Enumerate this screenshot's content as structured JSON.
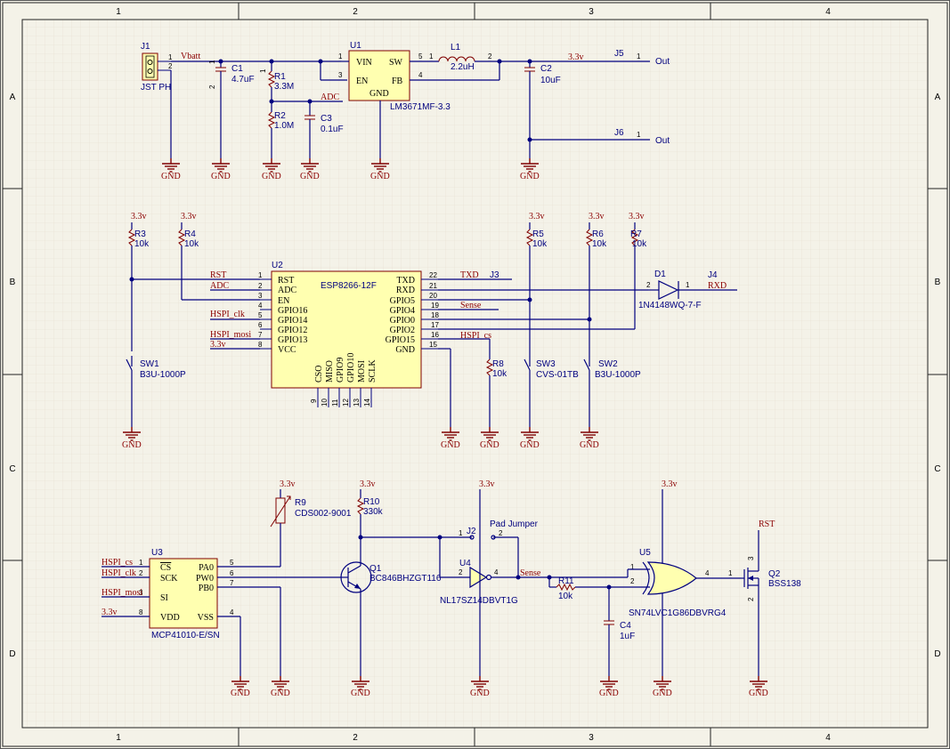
{
  "frame": {
    "columns": [
      "1",
      "2",
      "3",
      "4"
    ],
    "rows": [
      "A",
      "B",
      "C",
      "D"
    ]
  },
  "parts": {
    "j1": {
      "ref": "J1",
      "value": "JST PH"
    },
    "c1": {
      "ref": "C1",
      "value": "4.7uF"
    },
    "r1": {
      "ref": "R1",
      "value": "3.3M"
    },
    "r2": {
      "ref": "R2",
      "value": "1.0M"
    },
    "c3": {
      "ref": "C3",
      "value": "0.1uF"
    },
    "u1": {
      "ref": "U1",
      "value": "LM3671MF-3.3",
      "pins": {
        "vin": "VIN",
        "sw": "SW",
        "en": "EN",
        "fb": "FB",
        "gnd": "GND"
      }
    },
    "l1": {
      "ref": "L1",
      "value": "2.2uH"
    },
    "c2": {
      "ref": "C2",
      "value": "10uF"
    },
    "j5": {
      "ref": "J5",
      "label": "Out"
    },
    "j6": {
      "ref": "J6",
      "label": "Out"
    },
    "r3": {
      "ref": "R3",
      "value": "10k"
    },
    "r4": {
      "ref": "R4",
      "value": "10k"
    },
    "r5": {
      "ref": "R5",
      "value": "10k"
    },
    "r6": {
      "ref": "R6",
      "value": "10k"
    },
    "r7": {
      "ref": "R7",
      "value": "10k"
    },
    "r8": {
      "ref": "R8",
      "value": "10k"
    },
    "u2": {
      "ref": "U2",
      "value": "ESP8266-12F",
      "left_pins": [
        "RST",
        "ADC",
        "EN",
        "GPIO16",
        "GPIO14",
        "GPIO12",
        "GPIO13",
        "VCC"
      ],
      "right_pins": [
        "TXD",
        "RXD",
        "GPIO5",
        "GPIO4",
        "GPIO0",
        "GPIO2",
        "GPIO15",
        "GND"
      ],
      "bottom_pins": [
        "CSO",
        "MISO",
        "GPIO9",
        "GPIO10",
        "MOSI",
        "SCLK"
      ]
    },
    "d1": {
      "ref": "D1",
      "value": "1N4148WQ-7-F"
    },
    "j3": {
      "ref": "J3"
    },
    "j4": {
      "ref": "J4"
    },
    "sw1": {
      "ref": "SW1",
      "value": "B3U-1000P"
    },
    "sw2": {
      "ref": "SW2",
      "value": "B3U-1000P"
    },
    "sw3": {
      "ref": "SW3",
      "value": "CVS-01TB"
    },
    "r9": {
      "ref": "R9",
      "value": "CDS002-9001"
    },
    "r10": {
      "ref": "R10",
      "value": "330k"
    },
    "q1": {
      "ref": "Q1",
      "value": "BC846BHZGT116"
    },
    "j2": {
      "ref": "J2",
      "value": "Pad Jumper"
    },
    "u4": {
      "ref": "U4",
      "value": "NL17SZ14DBVT1G"
    },
    "r11": {
      "ref": "R11",
      "value": "10k"
    },
    "c4": {
      "ref": "C4",
      "value": "1uF"
    },
    "u5": {
      "ref": "U5",
      "value": "SN74LVC1G86DBVRG4"
    },
    "q2": {
      "ref": "Q2",
      "value": "BSS138"
    },
    "u3": {
      "ref": "U3",
      "value": "MCP41010-E/SN",
      "pins": {
        "cs": "CS",
        "sck": "SCK",
        "si": "SI",
        "vdd": "VDD",
        "pa0": "PA0",
        "pw0": "PW0",
        "pb0": "PB0",
        "vss": "VSS"
      }
    }
  },
  "nets": {
    "vbatt": "Vbatt",
    "adc": "ADC",
    "v33": "3.3v",
    "gnd": "GND",
    "rst": "RST",
    "txd": "TXD",
    "rxd": "RXD",
    "sense": "Sense",
    "hspi_clk": "HSPI_clk",
    "hspi_mosi": "HSPI_mosi",
    "hspi_cs": "HSPI_cs"
  }
}
